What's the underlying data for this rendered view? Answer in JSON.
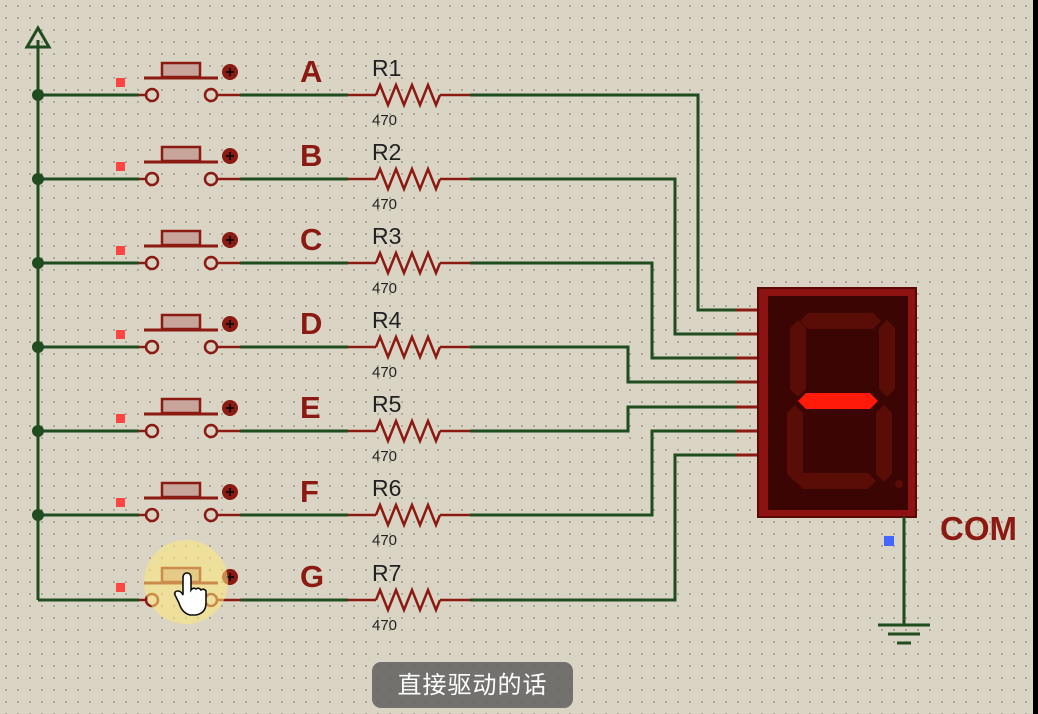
{
  "colors": {
    "canvas": "#d9d4c3",
    "wire": "#1f4d1f",
    "component": "#8b1a12",
    "label": "#8b1a12",
    "display_body": "#8f1212",
    "display_face": "#3a0502",
    "segment_on": "#ff1a0a",
    "segment_off": "#5a0c06",
    "ground_terminal": "#4466ff",
    "cursor_highlight": "#ffe97a"
  },
  "channels": [
    {
      "letter": "A",
      "ref": "R1",
      "value": "470"
    },
    {
      "letter": "B",
      "ref": "R2",
      "value": "470"
    },
    {
      "letter": "C",
      "ref": "R3",
      "value": "470"
    },
    {
      "letter": "D",
      "ref": "R4",
      "value": "470"
    },
    {
      "letter": "E",
      "ref": "R5",
      "value": "470"
    },
    {
      "letter": "F",
      "ref": "R6",
      "value": "470"
    },
    {
      "letter": "G",
      "ref": "R7",
      "value": "470"
    }
  ],
  "display": {
    "common_label": "COM",
    "lit_segments": [
      "g"
    ]
  },
  "pressed_button": "G",
  "caption": "直接驱动的话"
}
